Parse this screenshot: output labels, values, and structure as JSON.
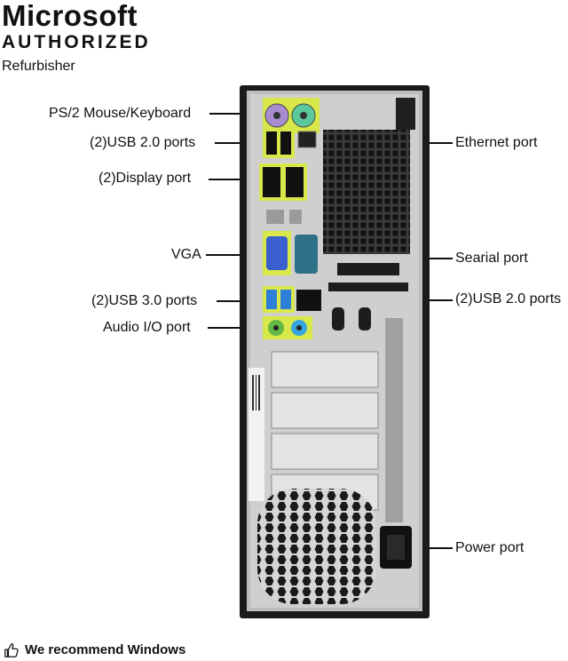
{
  "brand": {
    "title": "Microsoft",
    "subtitle": "AUTHORIZED",
    "role": "Refurbisher"
  },
  "labels": {
    "ps2": "PS/2 Mouse/Keyboard",
    "usb20_left": "(2)USB 2.0 ports",
    "display": "(2)Display port",
    "vga": "VGA",
    "usb30": "(2)USB 3.0 ports",
    "audio": "Audio I/O port",
    "ethernet": "Ethernet port",
    "serial": "Searial port",
    "usb20_right": "(2)USB 2.0 ports",
    "power": "Power port"
  },
  "footer": {
    "text": "We recommend Windows",
    "icon": "thumbs-up-icon"
  },
  "colors": {
    "highlight": "#d8e84a",
    "ps2_mouse": "#a98bd0",
    "ps2_keyboard": "#5cc79a",
    "vga": "#3a5fcf",
    "serial": "#2f6f88",
    "usb3": "#2d7fd8",
    "audio_green": "#63b845",
    "audio_blue": "#37a6e0",
    "chassis": "#1a1a1a",
    "panel": "#c9c9c9"
  }
}
